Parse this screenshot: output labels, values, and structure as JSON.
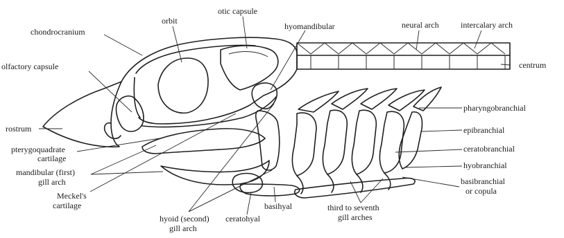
{
  "figure": {
    "labels": {
      "chondrocranium": "chondrocranium",
      "orbit": "orbit",
      "otic_capsule": "otic capsule",
      "hyomandibular": "hyomandibular",
      "neural_arch": "neural arch",
      "intercalary_arch": "intercalary arch",
      "centrum": "centrum",
      "olfactory_capsule": "olfactory capsule",
      "rostrum": "rostrum",
      "pharyngobranchial": "pharyngobranchial",
      "epibranchial": "epibranchial",
      "pterygoquadrate_1": "pterygoquadrate",
      "pterygoquadrate_2": "cartilage",
      "ceratobranchial": "ceratobranchial",
      "mandibular_1": "mandibular (first)",
      "mandibular_2": "gill arch",
      "hyobranchial": "hyobranchial",
      "meckels_1": "Meckel's",
      "meckels_2": "cartilage",
      "basibranchial_1": "basibranchial",
      "basibranchial_2": "or copula",
      "basihyal": "basihyal",
      "third_seventh_1": "third to seventh",
      "third_seventh_2": "gill arches",
      "hyoid_1": "hyoid (second)",
      "hyoid_2": "gill arch",
      "ceratohyal": "ceratohyal"
    }
  }
}
